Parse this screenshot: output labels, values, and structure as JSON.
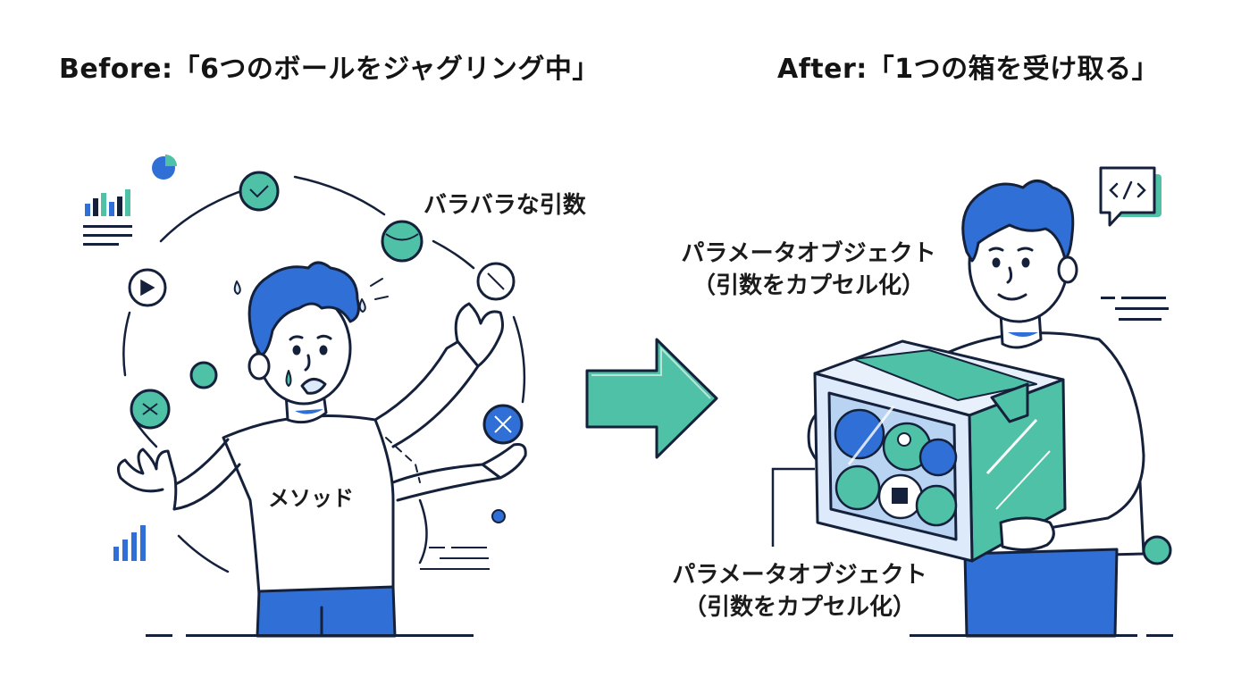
{
  "titles": {
    "before": "Before:「6つのボールをジャグリング中」",
    "after": "After:「1つの箱を受け取る」"
  },
  "left_panel": {
    "scattered_label": "バラバラな引数",
    "shirt_label": "メソッド"
  },
  "right_panel": {
    "callout_top": {
      "line1": "パラメータオブジェクト",
      "line2": "（引数をカプセル化）"
    },
    "callout_bottom": {
      "line1": "パラメータオブジェクト",
      "line2": "（引数をカプセル化）"
    }
  },
  "icons": [
    "pie-chart-icon",
    "bar-chart-icon",
    "code-chat-icon",
    "arrow-right-icon"
  ],
  "colors": {
    "navy": "#15213b",
    "blue": "#2f6fd6",
    "teal": "#4fc1a6",
    "light_blue": "#dceafb"
  }
}
